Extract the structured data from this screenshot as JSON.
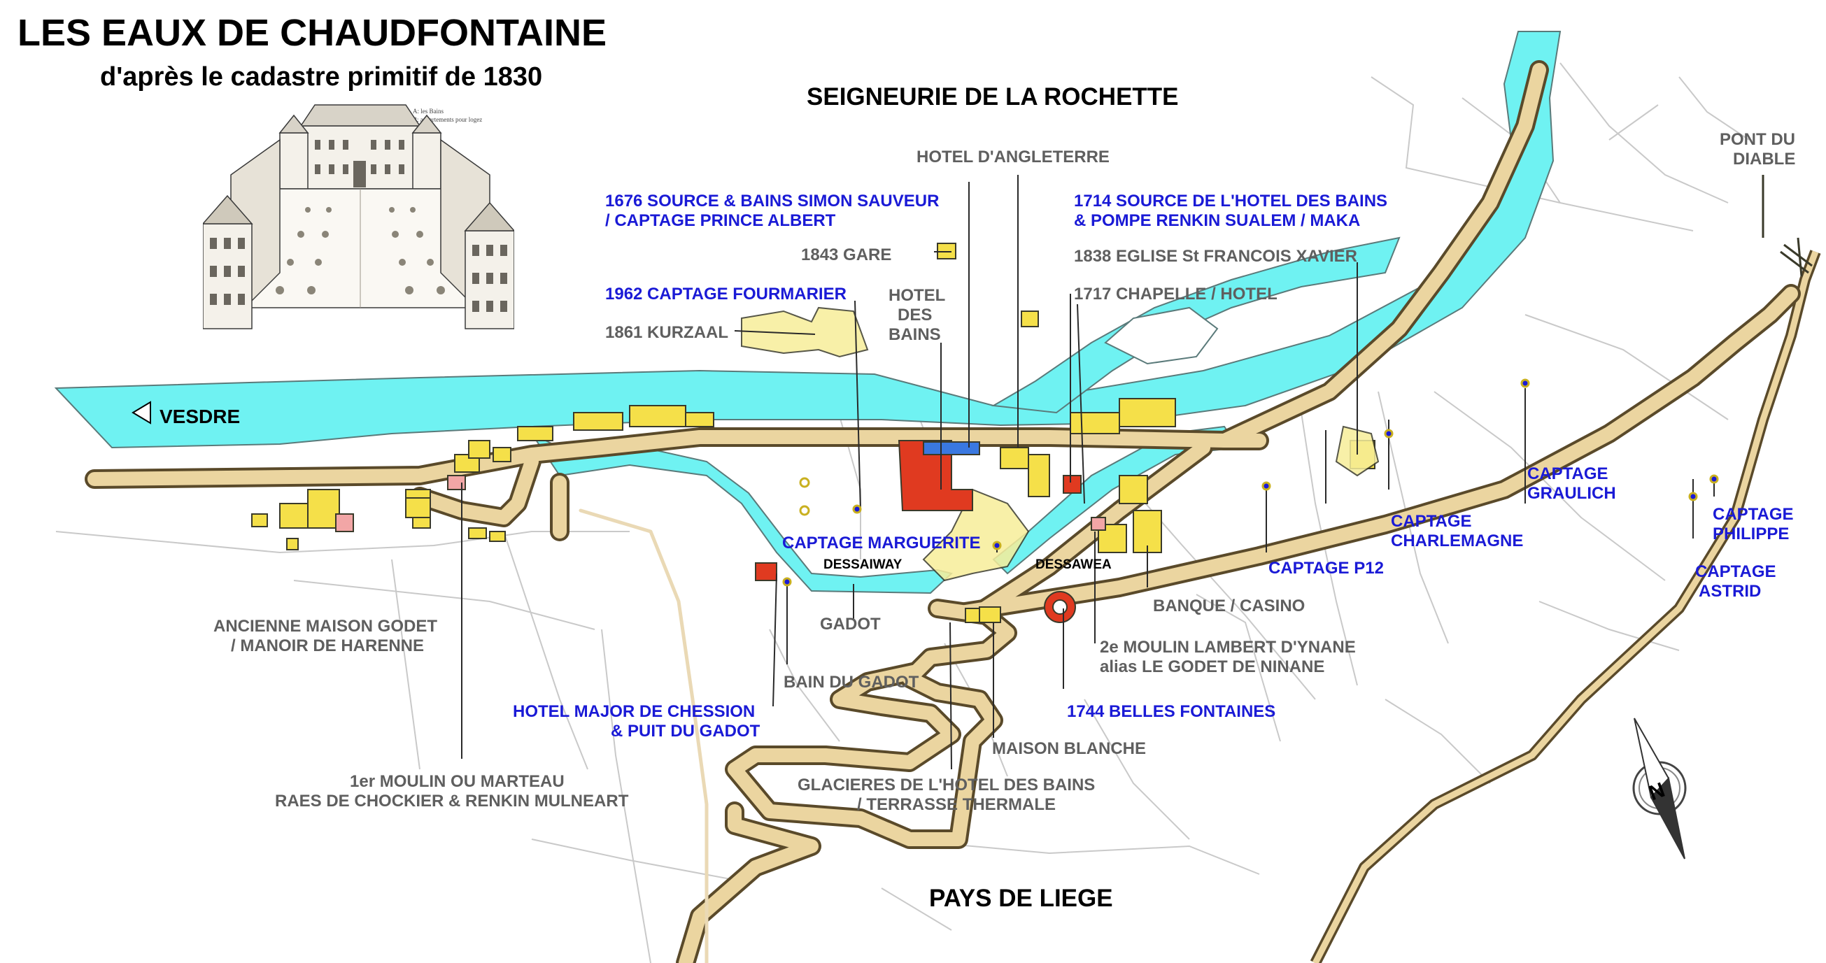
{
  "title": "LES EAUX DE CHAUDFONTAINE",
  "subtitle": "d'après le cadastre primitif de 1830",
  "regions": {
    "north": "SEIGNEURIE DE LA ROCHETTE",
    "south": "PAYS DE LIEGE"
  },
  "river": "VESDRE",
  "engraving": {
    "caption_a": "A: les Bains",
    "caption_b": "B: appartements pour logez"
  },
  "labels": {
    "hotel_angleterre": "HOTEL D'ANGLETERRE",
    "source_simon_1": "1676 SOURCE & BAINS SIMON SAUVEUR",
    "source_simon_2": "/ CAPTAGE PRINCE ALBERT",
    "gare": "1843 GARE",
    "fourmarier": "1962 CAPTAGE FOURMARIER",
    "hotel_bains_1": "HOTEL",
    "hotel_bains_2": "DES",
    "hotel_bains_3": "BAINS",
    "kurzaal": "1861 KURZAAL",
    "source_hotel_1": "1714 SOURCE DE L'HOTEL DES BAINS",
    "source_hotel_2": "& POMPE RENKIN SUALEM / MAKA",
    "eglise": "1838 EGLISE St FRANCOIS XAVIER",
    "chapelle": "1717 CHAPELLE / HOTEL",
    "pont_diable_1": "PONT DU",
    "pont_diable_2": "DIABLE",
    "graulich_1": "CAPTAGE",
    "graulich_2": "GRAULICH",
    "charlemagne_1": "CAPTAGE",
    "charlemagne_2": "CHARLEMAGNE",
    "philippe_1": "CAPTAGE",
    "philippe_2": "PHILIPPE",
    "astrid_1": "CAPTAGE",
    "astrid_2": "ASTRID",
    "p12": "CAPTAGE P12",
    "marguerite": "CAPTAGE MARGUERITE",
    "dessaiway": "DESSAIWAY",
    "dessawea": "DESSAWEA",
    "banque": "BANQUE / CASINO",
    "godet_1": "ANCIENNE MAISON GODET",
    "godet_2": "/ MANOIR DE HARENNE",
    "gadot": "GADOT",
    "bain_gadot": "BAIN DU GADOT",
    "moulin2_1": "2e MOULIN LAMBERT D'YNANE",
    "moulin2_2": "alias LE GODET DE NINANE",
    "major_1": "HOTEL MAJOR DE CHESSION",
    "major_2": "& PUIT DU GADOT",
    "belles": "1744 BELLES FONTAINES",
    "maison_blanche": "MAISON BLANCHE",
    "moulin1_1": "1er MOULIN OU MARTEAU",
    "moulin1_2": "RAES DE CHOCKIER & RENKIN MULNEART",
    "glacieres_1": "GLACIERES DE L'HOTEL DES BAINS",
    "glacieres_2": "/ TERRASSE THERMALE"
  },
  "compass": "N",
  "colors": {
    "river": "#6ff2f2",
    "road_fill": "#ebd5a0",
    "road_edge": "#5a4a2a",
    "building": "#f5e049",
    "building_red": "#e03a20",
    "building_pink": "#f2a6a6",
    "building_blue": "#3a78e0",
    "blue_label": "#1a1ad6",
    "gray_label": "#5f5f5f"
  }
}
